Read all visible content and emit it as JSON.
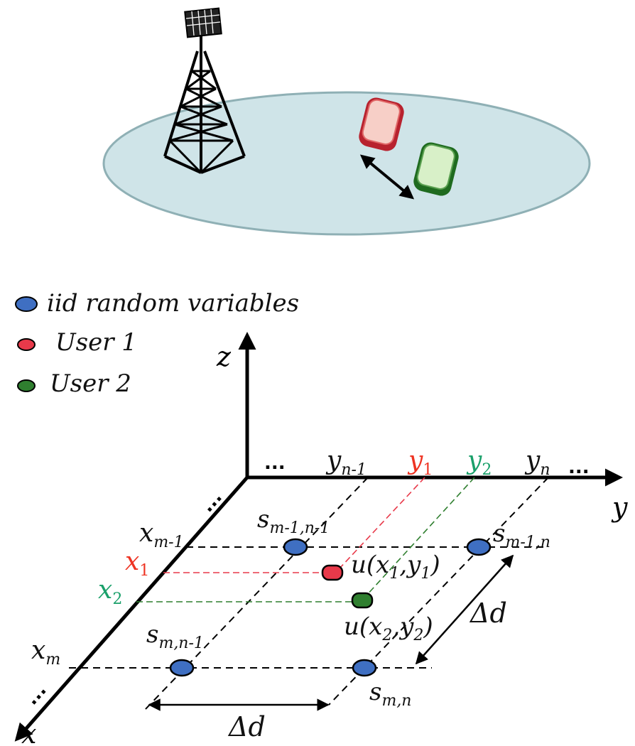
{
  "colors": {
    "cell_fill": "#cfe4e8",
    "cell_stroke": "#8fb0b5",
    "iid": "#3f6fc2",
    "user1": "#e8394a",
    "user2": "#2f7f2f",
    "user1_label": "#ee3322",
    "user2_label": "#1aa06a",
    "axis": "#000000"
  },
  "legend": {
    "iid": "iid random variables",
    "user1": "User 1",
    "user2": "User 2"
  },
  "axes": {
    "z": "z",
    "y": "y",
    "x": "x",
    "ellipsis": "..."
  },
  "y_ticks": {
    "yn1_main": "y",
    "yn1_sub": "n-1",
    "y1_main": "y",
    "y1_sub": "1",
    "y2_main": "y",
    "y2_sub": "2",
    "yn_main": "y",
    "yn_sub": "n"
  },
  "x_ticks": {
    "xm1_main": "x",
    "xm1_sub": "m-1",
    "x1_main": "x",
    "x1_sub": "1",
    "x2_main": "x",
    "x2_sub": "2",
    "xm_main": "x",
    "xm_sub": "m"
  },
  "nodes": {
    "s_m1_n1_main": "s",
    "s_m1_n1_sub": "m-1,n-1",
    "s_m1_n_main": "s",
    "s_m1_n_sub": "m-1,n",
    "s_m_n1_main": "s",
    "s_m_n1_sub": "m,n-1",
    "s_m_n_main": "s",
    "s_m_n_sub": "m,n"
  },
  "users": {
    "u1_label": "u(x₁,y₁)",
    "u1_pre": "u(x",
    "u1_s1": "1",
    "u1_mid": ",y",
    "u1_s2": "1",
    "u1_post": ")",
    "u2_pre": "u(x",
    "u2_s1": "2",
    "u2_mid": ",y",
    "u2_s2": "2",
    "u2_post": ")"
  },
  "spacing": {
    "delta_d": "Δd"
  }
}
